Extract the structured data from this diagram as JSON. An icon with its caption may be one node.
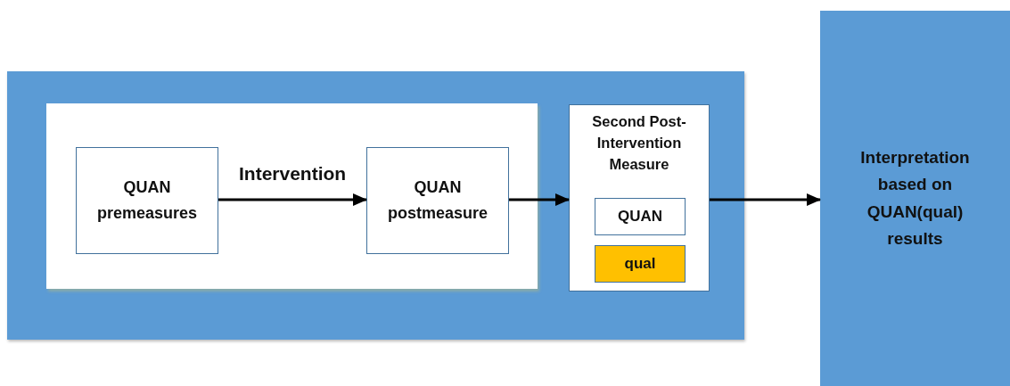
{
  "diagram": {
    "nodes": [
      {
        "text": [],
        "shape": "box"
      },
      {
        "text": [],
        "shape": "box",
        "in": 0
      },
      {
        "text": [
          "QUAN premeasures"
        ],
        "in": 1
      },
      {
        "text": [
          "QUAN postmeasure"
        ],
        "in": 1
      },
      {
        "text": [
          "Second Post-Intervention Measure"
        ],
        "in": 0
      },
      {
        "text": [
          "QUAN"
        ],
        "in": 4
      },
      {
        "text": [
          "qual"
        ],
        "in": 4
      },
      {
        "text": [
          "Interpretation based on QUAN(qual) results"
        ]
      }
    ],
    "edges": [
      {
        "from": 2,
        "to": 3,
        "arrow": "to",
        "label": "Intervention"
      },
      {
        "from": 3,
        "to": 4,
        "arrow": "to"
      },
      {
        "from": 4,
        "to": 7,
        "arrow": "to"
      }
    ]
  }
}
